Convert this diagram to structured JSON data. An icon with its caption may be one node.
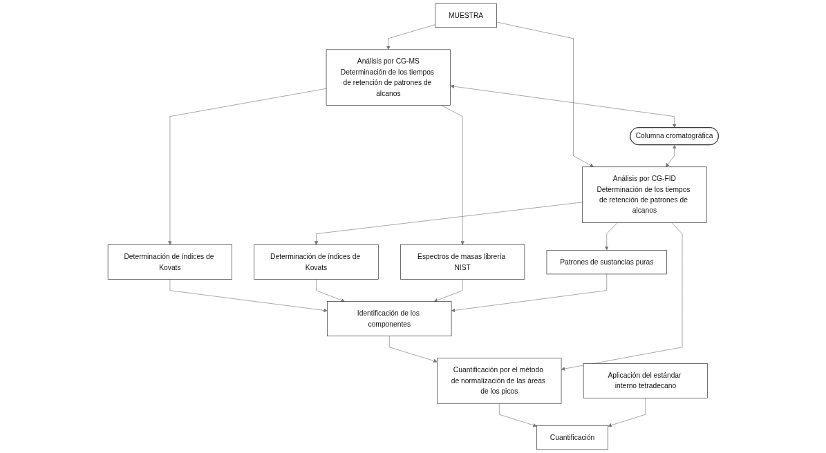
{
  "diagram": {
    "nodes": [
      {
        "text": [
          "MUESTRA"
        ]
      },
      {
        "text": [
          "Análisis por CG-MS",
          "Determinación de los tiempos de retención de patrones de alcanos"
        ]
      },
      {
        "text": [
          "Columna cromatográfica"
        ]
      },
      {
        "text": [
          "Análisis por CG-FID",
          "Determinación de los tiempos de retención de patrones de alcanos"
        ]
      },
      {
        "text": [
          "Aplicación del estándar interno tetradecano"
        ]
      },
      {
        "text": [
          "Determinación de índices de Kovats"
        ]
      },
      {
        "text": [
          "Determinación de índices de Kovats"
        ]
      },
      {
        "text": [
          "Patrones de sustancias puras"
        ]
      },
      {
        "text": [
          "Espectros de masas librería NIST"
        ]
      },
      {
        "text": [
          "Identificación de los componentes"
        ]
      },
      {
        "text": [
          "Cuantificación por el método de normalización de las áreas de los picos"
        ]
      },
      {
        "text": [
          "Cuantificación"
        ]
      }
    ],
    "edges": [
      {
        "from": 0,
        "to": 1,
        "arrow": "to"
      },
      {
        "from": 0,
        "to": 3,
        "arrow": "to"
      },
      {
        "from": 1,
        "to": 2,
        "arrow": "both"
      },
      {
        "from": 2,
        "to": 3,
        "arrow": "both"
      },
      {
        "from": 1,
        "to": 5,
        "arrow": "to"
      },
      {
        "from": 3,
        "to": 6,
        "arrow": "to"
      },
      {
        "from": 3,
        "to": 7,
        "arrow": "to"
      },
      {
        "from": 1,
        "to": 8,
        "arrow": "to"
      },
      {
        "from": 5,
        "to": 9,
        "arrow": "to"
      },
      {
        "from": 6,
        "to": 9,
        "arrow": "to"
      },
      {
        "from": 8,
        "to": 9,
        "arrow": "to"
      },
      {
        "from": 7,
        "to": 9,
        "arrow": "to"
      },
      {
        "from": 9,
        "to": 10,
        "arrow": "to"
      },
      {
        "from": 3,
        "to": 10,
        "arrow": "to"
      },
      {
        "from": 10,
        "to": 11,
        "arrow": "to"
      },
      {
        "from": 4,
        "to": 11,
        "arrow": "to"
      }
    ]
  }
}
